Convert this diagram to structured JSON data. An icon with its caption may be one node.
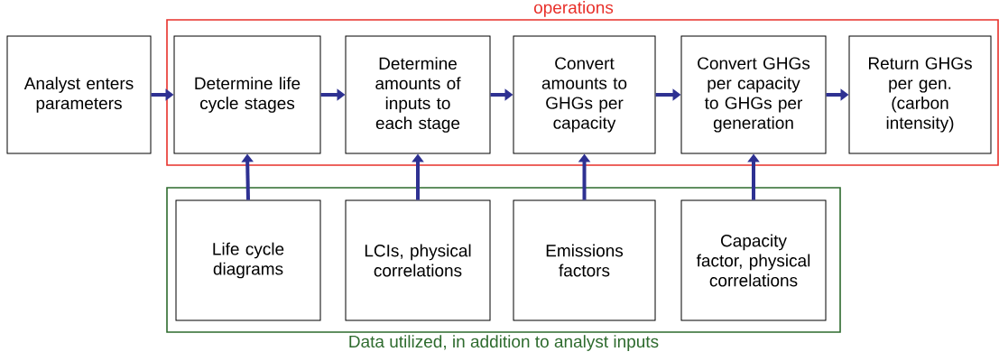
{
  "diagram": {
    "nodes": [
      {
        "text": [
          "Analyst enters parameters"
        ]
      },
      {
        "text": [
          "operations"
        ]
      },
      {
        "text": [
          "Determine life cycle stages"
        ],
        "in": 1
      },
      {
        "text": [
          "Determine amounts of inputs to each stage"
        ],
        "in": 1
      },
      {
        "text": [
          "Convert amounts to GHGs per capacity"
        ],
        "in": 1
      },
      {
        "text": [
          "Convert GHGs per capacity to GHGs per generation"
        ],
        "in": 1
      },
      {
        "text": [
          "Return GHGs per gen. (carbon intensity)"
        ],
        "in": 1
      },
      {
        "text": [
          "Data utilized, in addition to analyst inputs"
        ]
      },
      {
        "text": [
          "Life cycle diagrams"
        ],
        "in": 7
      },
      {
        "text": [
          "LCIs, physical correlations"
        ],
        "in": 7
      },
      {
        "text": [
          "Emissions factors"
        ],
        "in": 7
      },
      {
        "text": [
          "Capacity factor, physical correlations"
        ],
        "in": 7
      }
    ],
    "edges": [
      {
        "from": 0,
        "to": 2,
        "arrow": "to"
      },
      {
        "from": 2,
        "to": 3,
        "arrow": "to"
      },
      {
        "from": 3,
        "to": 4,
        "arrow": "to"
      },
      {
        "from": 4,
        "to": 5,
        "arrow": "to"
      },
      {
        "from": 5,
        "to": 6,
        "arrow": "to"
      },
      {
        "from": 8,
        "to": 2,
        "arrow": "to"
      },
      {
        "from": 9,
        "to": 3,
        "arrow": "to"
      },
      {
        "from": 10,
        "to": 4,
        "arrow": "to"
      },
      {
        "from": 11,
        "to": 5,
        "arrow": "to"
      }
    ]
  }
}
